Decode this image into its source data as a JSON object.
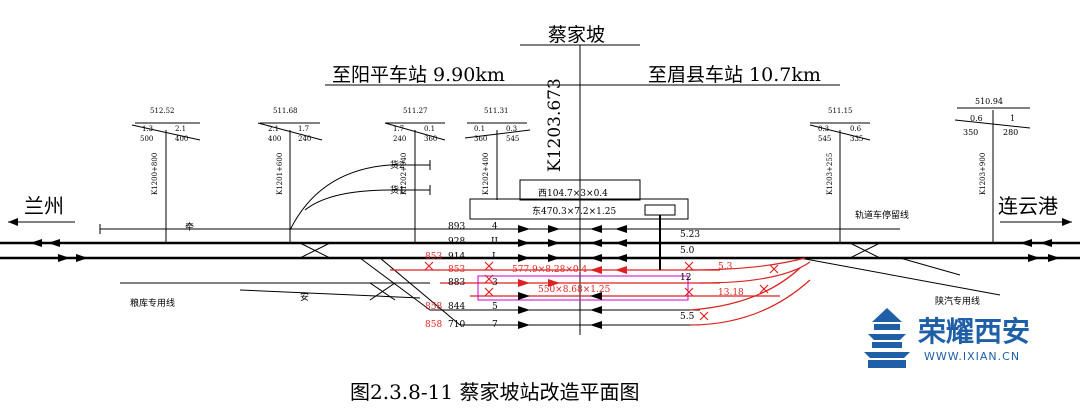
{
  "station": {
    "name": "蔡家坡",
    "mileage": "K1203.673",
    "to_left": "至阳平车站 9.90km",
    "to_right": "至眉县车站 10.7km",
    "end_left": "兰州",
    "end_right": "连云港",
    "platform_west": "西104.7×3×0.4",
    "platform_east": "东470.3×7.2×1.25",
    "red_platform_1": "577.9×8.28×0.4",
    "red_platform_2": "550×8.68×1.25"
  },
  "gradients": [
    {
      "elev": "512.52",
      "ratio_left": "1.3",
      "len_left": "500",
      "ratio_right": "2.1",
      "len_right": "400",
      "km": "K1200+800"
    },
    {
      "elev": "511.68",
      "ratio_left": "2.1",
      "len_left": "400",
      "ratio_right": "1.7",
      "len_right": "240",
      "km": "K1201+600"
    },
    {
      "elev": "511.27",
      "ratio_left": "1.7",
      "len_left": "240",
      "ratio_right": "0.1",
      "len_right": "360",
      "km": "K1202+040"
    },
    {
      "elev": "511.31",
      "ratio_left": "0.1",
      "len_left": "360",
      "ratio_right": "0.3",
      "len_right": "545",
      "km": "K1202+400"
    },
    {
      "elev": "511.15",
      "ratio_left": "0.3",
      "len_left": "545",
      "ratio_right": "0.6",
      "len_right": "335",
      "km": "K1203+255"
    },
    {
      "elev": "510.94",
      "ratio_left": "0.6",
      "len_left": "350",
      "ratio_right": "1",
      "len_right": "280",
      "km": "K1203+900"
    }
  ],
  "tracks": [
    {
      "len": "893",
      "num": "4",
      "old": ""
    },
    {
      "len": "928",
      "num": "II",
      "old": ""
    },
    {
      "len": "914",
      "num": "I",
      "old": "853"
    },
    {
      "len": "",
      "num": "",
      "old": "853"
    },
    {
      "len": "883",
      "num": "3",
      "old": ""
    },
    {
      "len": "844",
      "num": "5",
      "old": "858"
    },
    {
      "len": "710",
      "num": "7",
      "old": "858"
    }
  ],
  "labels": {
    "qian": "牵",
    "an": "安",
    "huo2": "货2",
    "huo1": "货1",
    "grain": "粮库专用线",
    "shaanqi": "陕汽专用线",
    "rail_car": "轨道车停留线",
    "d523": "5.23",
    "d50": "5.0",
    "d53": "5.3",
    "d55": "5.5",
    "d1318": "13.18",
    "num12": "12"
  },
  "caption": "图2.3.8-11   蔡家坡站改造平面图",
  "logo": {
    "title": "荣耀西安",
    "url": "WWW.IXIAN.CN"
  }
}
